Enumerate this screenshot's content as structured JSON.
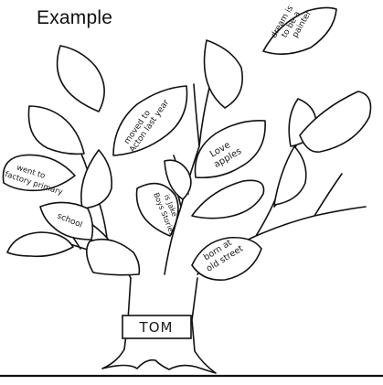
{
  "title": "Example",
  "trunk_label": "TOM",
  "leaves": {
    "dream": [
      "dream is",
      "to be a",
      "painter"
    ],
    "moved": [
      "moved to",
      "Acton last year"
    ],
    "apples": [
      "Love",
      "apples"
    ],
    "factory": [
      "went to",
      "factory primary"
    ],
    "school": [
      "school"
    ],
    "boys": [
      "Boys Stories",
      "is Jake"
    ],
    "street": [
      "born at",
      "old street"
    ]
  }
}
